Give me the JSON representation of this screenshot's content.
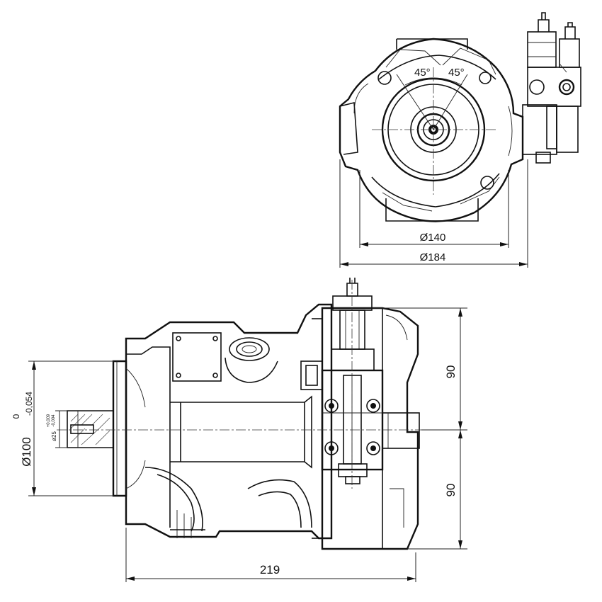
{
  "dimensions": {
    "top_view": {
      "inner_diameter": "Ø140",
      "outer_diameter": "Ø184",
      "angle_left": "45°",
      "angle_right": "45°"
    },
    "side_view": {
      "length": "219",
      "upper_height": "90",
      "lower_height": "90",
      "flange_diameter": "Ø100",
      "flange_tol_upper": "0",
      "flange_tol_lower": "-0,054",
      "shaft_diameter": "ø25",
      "shaft_tol_upper": "+0,009",
      "shaft_tol_lower": "-0,004"
    }
  }
}
